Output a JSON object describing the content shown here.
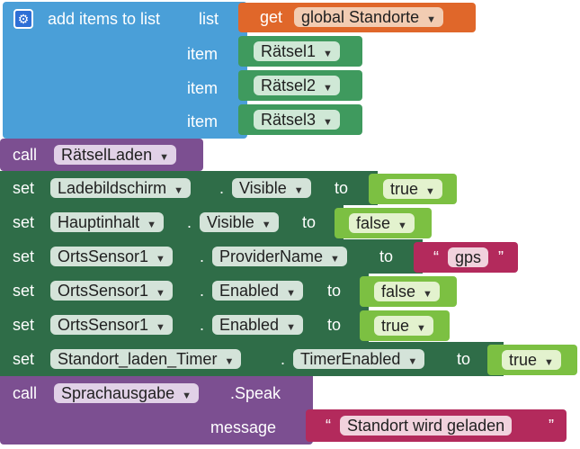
{
  "blocks": {
    "add_items": {
      "label": "add items to list",
      "list_label": "list",
      "get_label": "get",
      "get_var": "global Standorte",
      "item_label": "item",
      "items": [
        "Rätsel1",
        "Rätsel2",
        "Rätsel3"
      ]
    },
    "call_raetsel": {
      "call_label": "call",
      "proc": "RätselLaden"
    },
    "set_rows": [
      {
        "component": "Ladebildschirm",
        "property": "Visible",
        "value": "true"
      },
      {
        "component": "Hauptinhalt",
        "property": "Visible",
        "value": "false"
      },
      {
        "component": "OrtsSensor1",
        "property": "ProviderName",
        "value": "gps"
      },
      {
        "component": "OrtsSensor1",
        "property": "Enabled",
        "value": "false"
      },
      {
        "component": "OrtsSensor1",
        "property": "Enabled",
        "value": "true"
      },
      {
        "component": "Standort_laden_Timer",
        "property": "TimerEnabled",
        "value": "true"
      }
    ],
    "set_label": "set",
    "to_label": "to",
    "dot_label": ".",
    "quote_open": "“",
    "quote_close": "”",
    "call_speak": {
      "call_label": "call",
      "component": "Sprachausgabe",
      "method": ".Speak",
      "message_label": "message",
      "message": "Standort wird geladen"
    }
  },
  "icons": {
    "gear": "gear-icon",
    "dropdown": "dropdown-arrow-icon"
  },
  "colors": {
    "list_block": "#4a9fd8",
    "procedure_block": "#7c4f91",
    "component_block": "#2f6d48",
    "variable_block": "#e0672a",
    "text_block": "#3f9a5e",
    "logic_block": "#7cc042",
    "string_block": "#b32a5c"
  }
}
